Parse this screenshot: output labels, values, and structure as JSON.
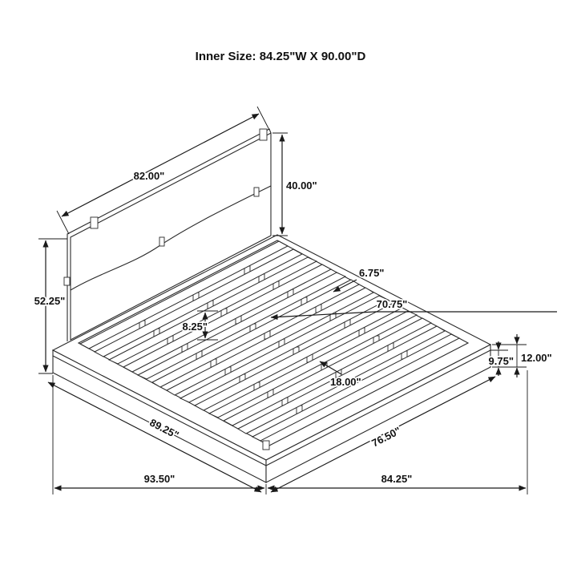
{
  "title": "Inner Size: 84.25\"W X 90.00\"D",
  "dimensions": {
    "headboard_width": "82.00\"",
    "headboard_panel_height": "40.00\"",
    "headboard_overall_height": "52.25\"",
    "side_rail_width": "6.75\"",
    "slat_length": "70.75\"",
    "slat_spacing": "8.25\"",
    "deck_inset": "18.00\"",
    "base_height": "9.75\"",
    "platform_height": "12.00\"",
    "platform_side_depth": "89.25\"",
    "platform_side_width": "76.50\"",
    "overall_depth": "93.50\"",
    "overall_width": "84.25\""
  }
}
